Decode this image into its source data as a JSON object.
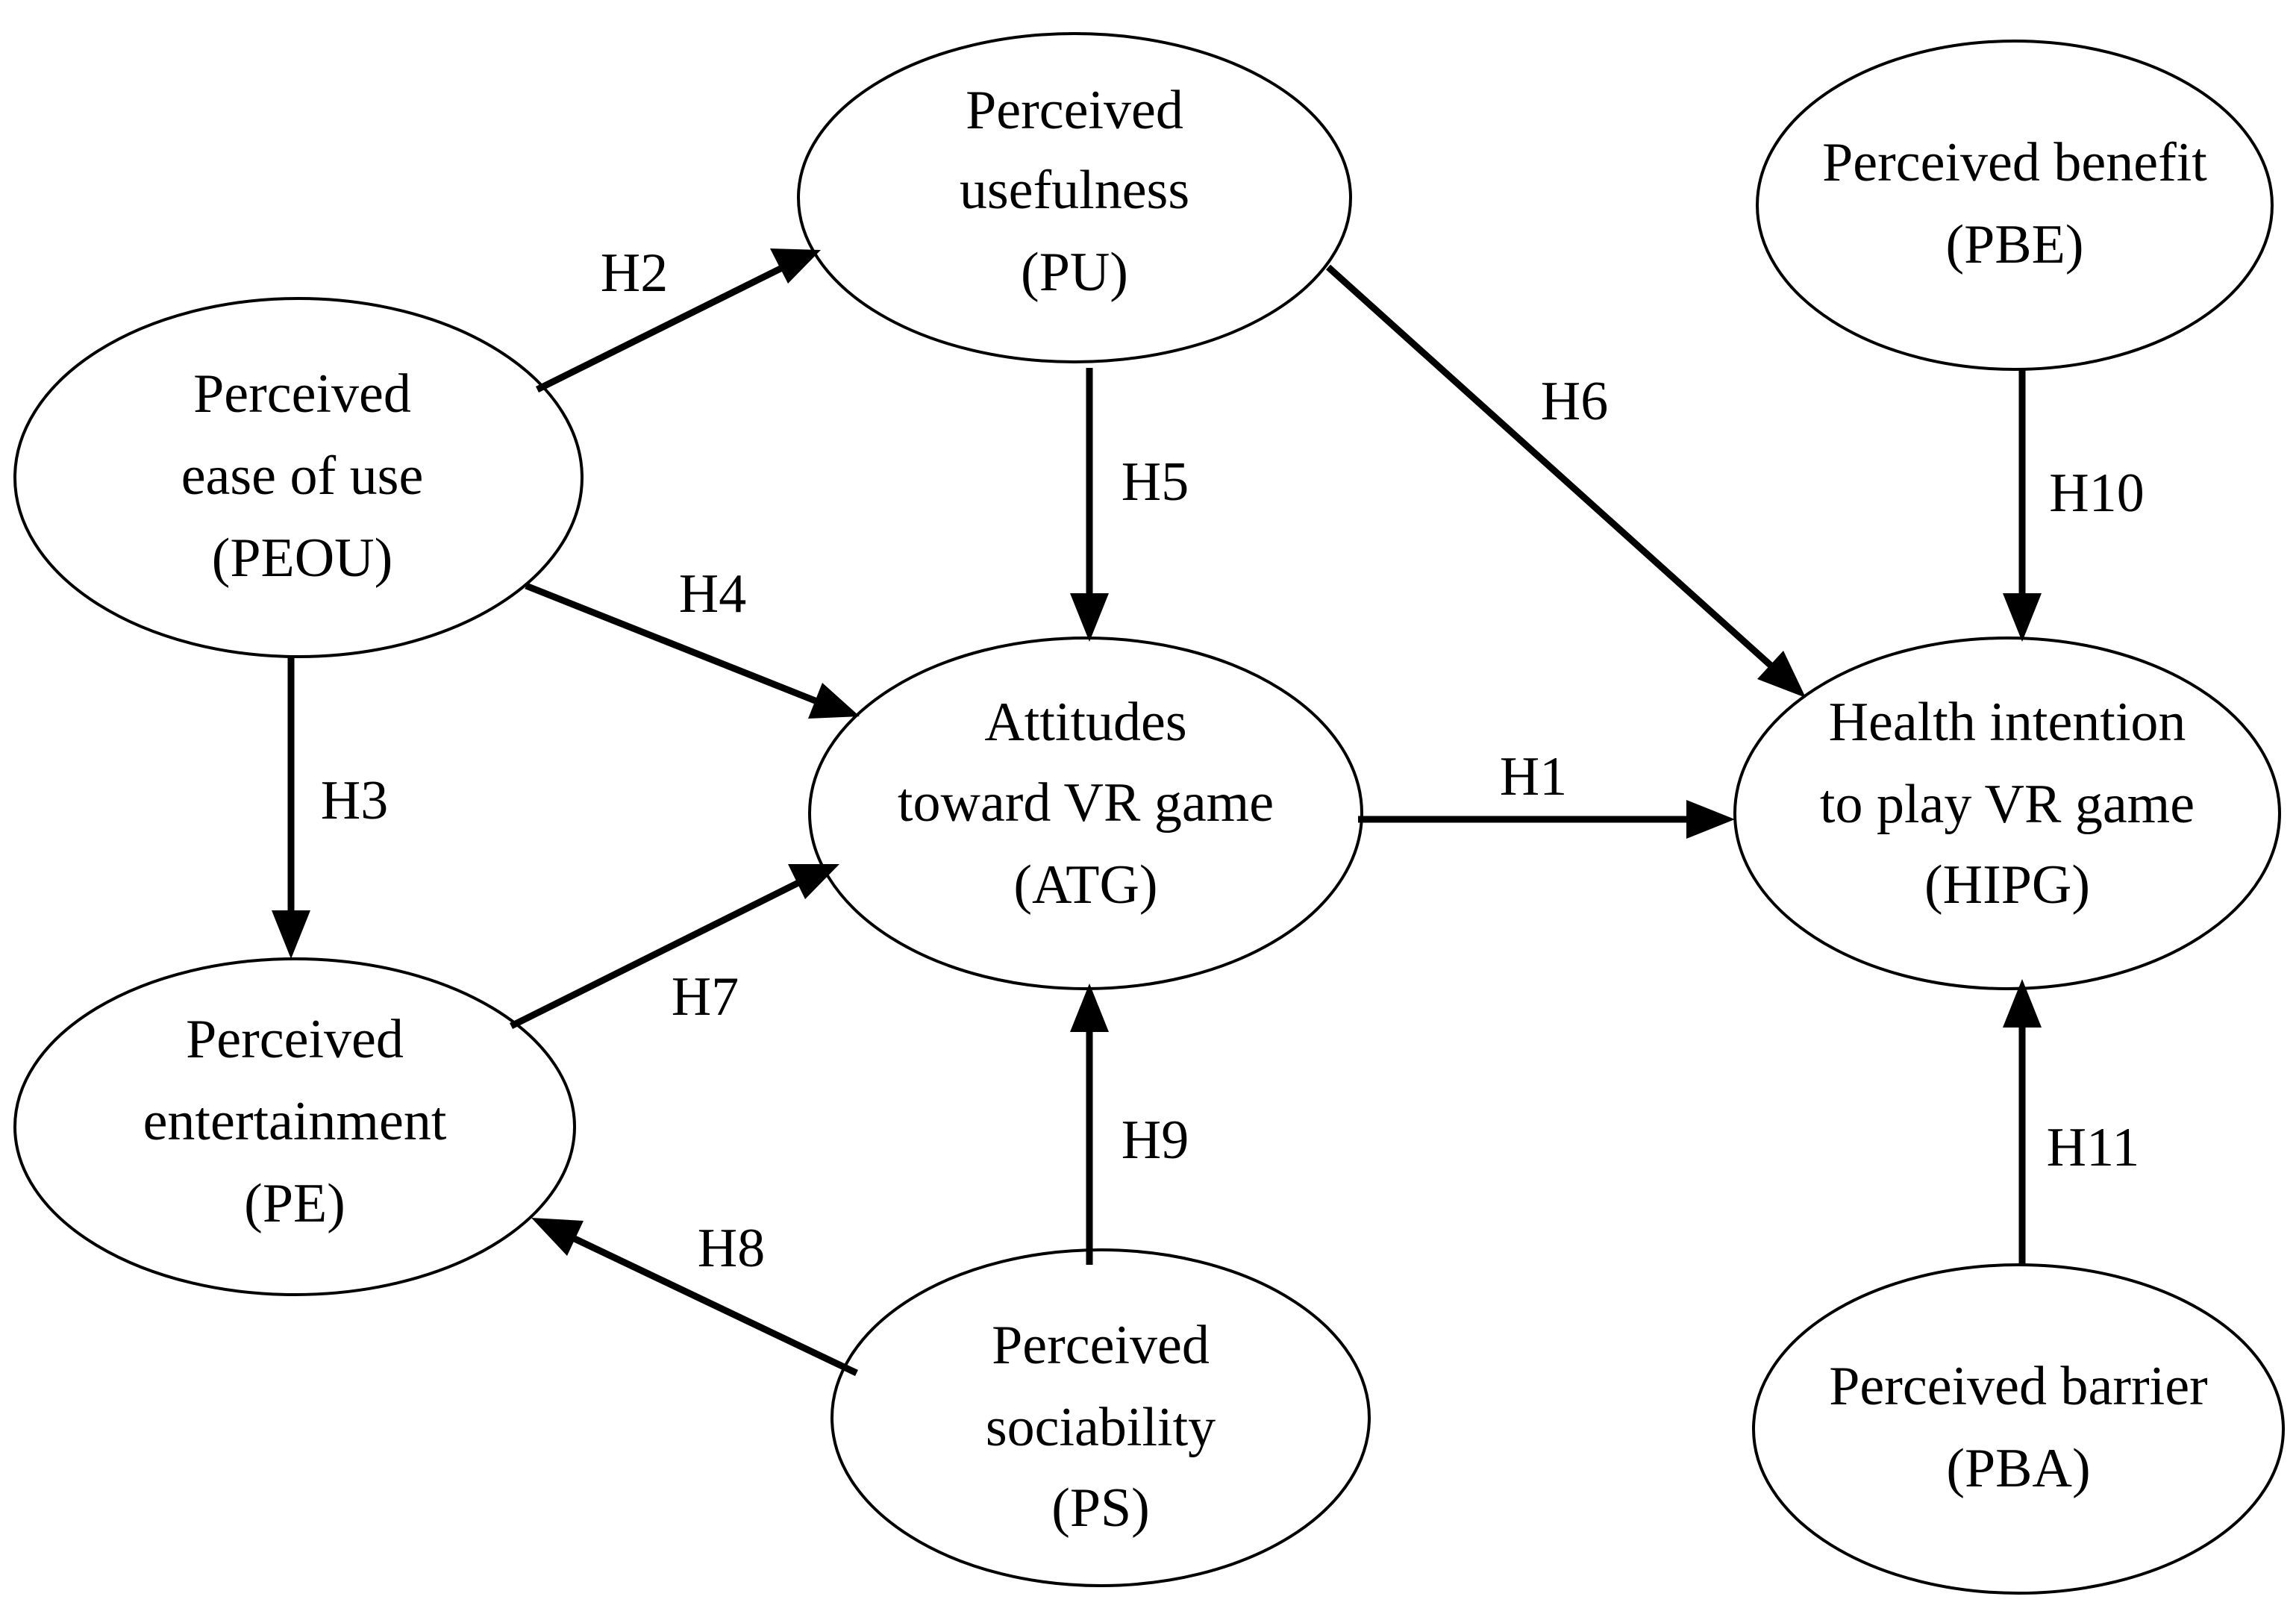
{
  "nodes": [
    {
      "id": "PU",
      "lines": [
        "Perceived",
        "usefulness",
        "(PU)"
      ]
    },
    {
      "id": "PBE",
      "lines": [
        "Perceived benefit",
        "(PBE)"
      ]
    },
    {
      "id": "PEOU",
      "lines": [
        "Perceived",
        "ease of use",
        "(PEOU)"
      ]
    },
    {
      "id": "ATG",
      "lines": [
        "Attitudes",
        "toward VR game",
        "(ATG)"
      ]
    },
    {
      "id": "HIPG",
      "lines": [
        "Health intention",
        "to play VR game",
        "(HIPG)"
      ]
    },
    {
      "id": "PE",
      "lines": [
        "Perceived",
        "entertainment",
        "(PE)"
      ]
    },
    {
      "id": "PS",
      "lines": [
        "Perceived",
        "sociability",
        "(PS)"
      ]
    },
    {
      "id": "PBA",
      "lines": [
        "Perceived barrier",
        "(PBA)"
      ]
    }
  ],
  "edges": [
    {
      "label": "H1",
      "from": "ATG",
      "to": "HIPG"
    },
    {
      "label": "H2",
      "from": "PEOU",
      "to": "PU"
    },
    {
      "label": "H3",
      "from": "PEOU",
      "to": "PE"
    },
    {
      "label": "H4",
      "from": "PEOU",
      "to": "ATG"
    },
    {
      "label": "H5",
      "from": "PU",
      "to": "ATG"
    },
    {
      "label": "H6",
      "from": "PU",
      "to": "HIPG"
    },
    {
      "label": "H7",
      "from": "PE",
      "to": "ATG"
    },
    {
      "label": "H8",
      "from": "PS",
      "to": "PE"
    },
    {
      "label": "H9",
      "from": "PS",
      "to": "ATG"
    },
    {
      "label": "H10",
      "from": "PBE",
      "to": "HIPG"
    },
    {
      "label": "H11",
      "from": "PBA",
      "to": "HIPG"
    }
  ]
}
